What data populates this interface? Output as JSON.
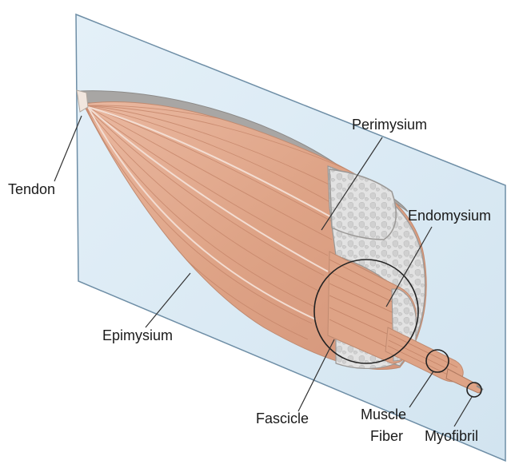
{
  "labels": {
    "perimysium": "Perimysium",
    "tendon": "Tendon",
    "endomysium": "Endomysium",
    "epimysium": "Epimysium",
    "fascicle": "Fascicle",
    "muscle": "Muscle",
    "fiber": "Fiber",
    "myofibril": "Myofibril"
  },
  "colors": {
    "plane_fill": "#dcebf5",
    "plane_stroke": "#6e8ea6",
    "muscle_fill": "#e0a88c",
    "muscle_stripe": "#c98a6c",
    "sheath": "#a8a6a4",
    "connective": "#e2e2e2",
    "leader_line": "#333333"
  }
}
